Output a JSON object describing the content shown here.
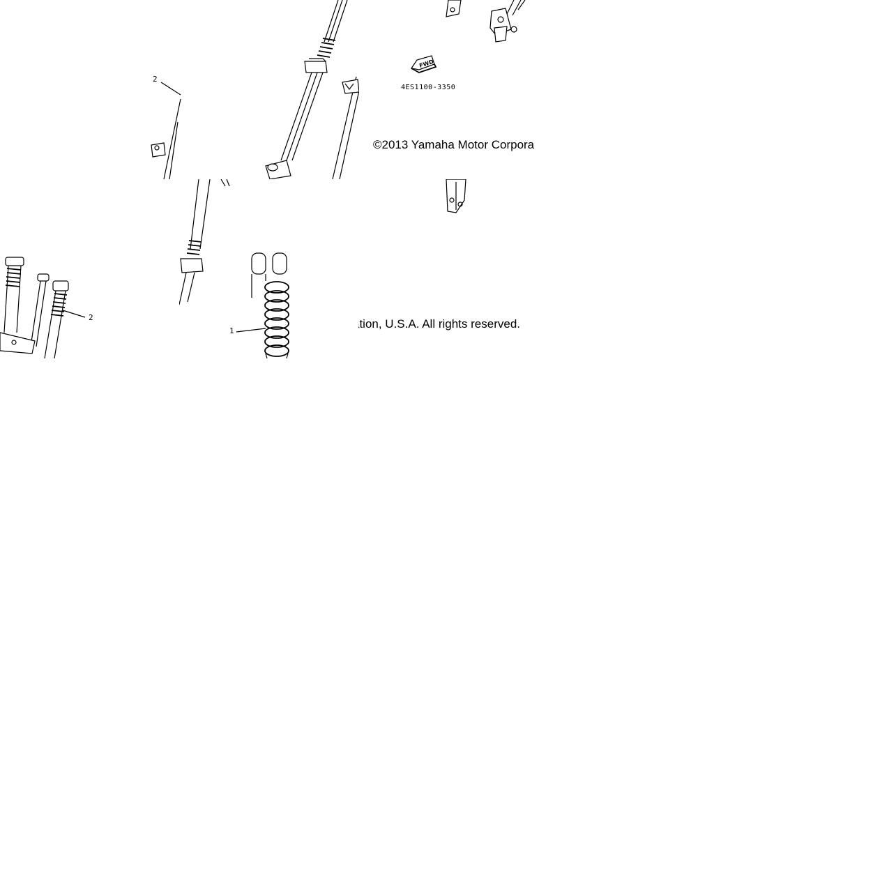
{
  "copyright": {
    "line1": "©2013 Yamaha Motor Corpora",
    "line2": "ation, U.S.A. All rights reserved."
  },
  "diagram": {
    "reference_code": "4ES1100-3350",
    "fwd_label": "FWD",
    "callouts": {
      "top_left": "2",
      "bottom_left": "2",
      "spring": "1"
    }
  }
}
